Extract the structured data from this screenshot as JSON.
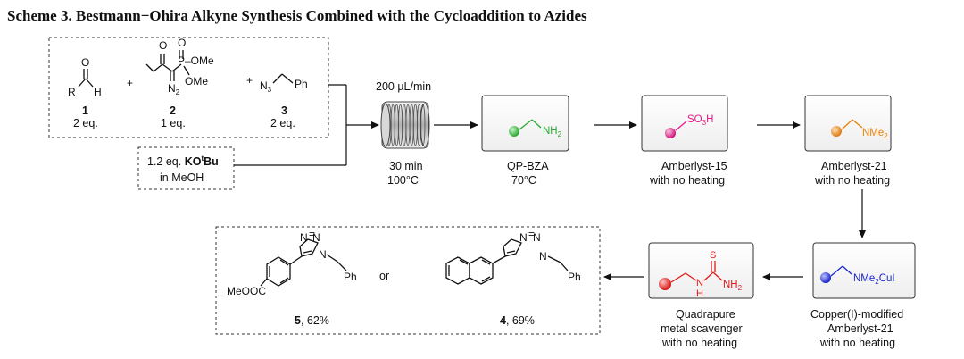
{
  "title": "Scheme 3. Bestmann−Ohira Alkyne Synthesis Combined with the Cycloaddition to Azides",
  "colors": {
    "nh2_reagent": "#2aa832",
    "so3h_reagent": "#e8168c",
    "nme2_reagent": "#e8820e",
    "cu_reagent": "#1a25c8",
    "thiourea_reagent": "#e01a1a"
  },
  "reactants": {
    "r1": {
      "R": "R",
      "H": "H",
      "O": "O",
      "number": "1",
      "eq": "2 eq."
    },
    "plus1": "+",
    "r2": {
      "O1": "O",
      "O2": "O",
      "P": "P",
      "OMe1": "–OMe",
      "OMe2": "OMe",
      "N2": "N",
      "N2sub": "2",
      "number": "2",
      "eq": "1 eq."
    },
    "plus2": "+",
    "r3": {
      "N3": "N",
      "N3sub": "3",
      "Ph": "Ph",
      "number": "3",
      "eq": "2 eq."
    }
  },
  "base": {
    "amount": "1.2 eq. ",
    "reagent": "KO",
    "sup": "t",
    "reagent_tail": "Bu",
    "solvent": "in MeOH"
  },
  "reactor": {
    "flow": "200 µL/min",
    "time": "30 min",
    "temp": "100°C"
  },
  "cartridges": [
    {
      "group": "NH",
      "sub": "2",
      "name": "QP-BZA",
      "cond": "70°C"
    },
    {
      "group": "SO",
      "sub": "3",
      "tail": "H",
      "name": "Amberlyst-15",
      "cond": "with no heating"
    },
    {
      "group": "NMe",
      "sub": "2",
      "name": "Amberlyst-21",
      "cond": "with no heating"
    },
    {
      "group": "NMe",
      "sub": "2",
      "tail": "CuI",
      "name": "Copper(I)-modified",
      "name2": "Amberlyst-21",
      "cond": "with no heating"
    },
    {
      "S": "S",
      "N": "N",
      "H": "H",
      "NH": "NH",
      "sub": "2",
      "name": "Quadrapure",
      "name2": "metal scavenger",
      "cond": "with no heating"
    }
  ],
  "products": {
    "p5": {
      "N1": "N",
      "N2": "N",
      "N3": "N",
      "eq": "=",
      "Ph": "Ph",
      "ester": "MeOOC",
      "number": "5",
      "yield": ", 62%"
    },
    "or": "or",
    "p4": {
      "N1": "N",
      "N2": "N",
      "N3": "N",
      "eq": "=",
      "Ph": "Ph",
      "number": "4",
      "yield": ", 69%"
    }
  }
}
